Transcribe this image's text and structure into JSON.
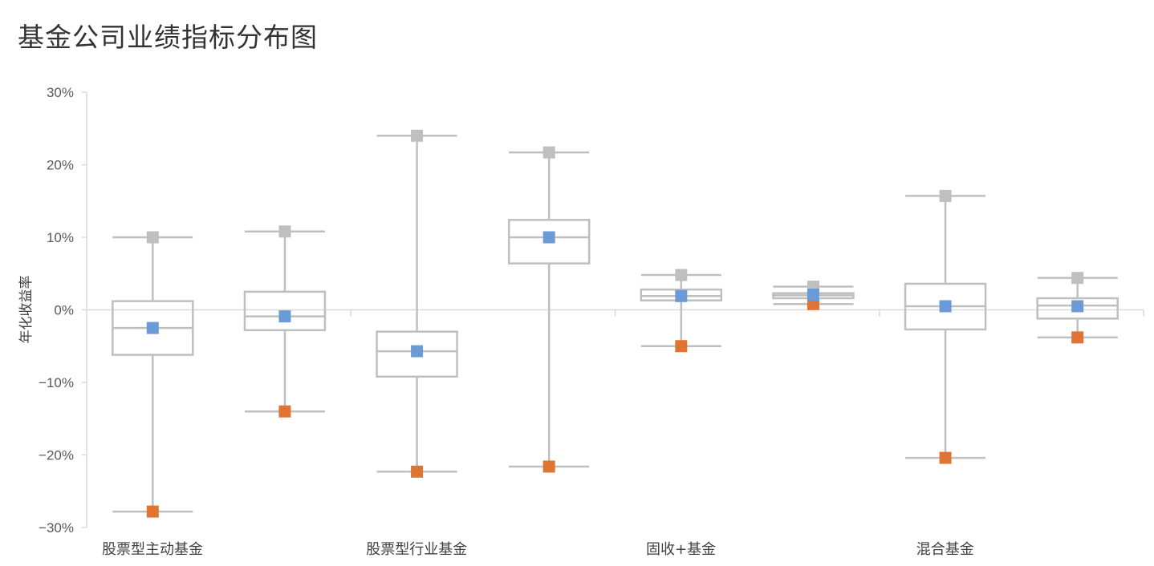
{
  "chart_data": {
    "type": "box",
    "title": "基金公司业绩指标分布图",
    "ylabel": "年化收益率",
    "xlabel": "",
    "ylim": [
      -30,
      30
    ],
    "yticks": [
      "30%",
      "20%",
      "10%",
      "0%",
      "−10%",
      "−20%",
      "−30%"
    ],
    "ytick_values": [
      30,
      20,
      10,
      0,
      -10,
      -20,
      -30
    ],
    "categories": [
      "股票型主动基金",
      "股票型行业基金",
      "固收+基金",
      "混合基金"
    ],
    "boxes": [
      {
        "category": 0,
        "max": 10,
        "q3": 1.2,
        "median": -2.5,
        "q1": -6.2,
        "min": -27.8,
        "mean": -2.5
      },
      {
        "category": 0,
        "max": 10.8,
        "q3": 2.5,
        "median": -0.9,
        "q1": -2.8,
        "min": -14.0,
        "mean": -0.9
      },
      {
        "category": 1,
        "max": 24.0,
        "q3": -3.0,
        "median": -5.7,
        "q1": -9.2,
        "min": -22.3,
        "mean": -5.7
      },
      {
        "category": 1,
        "max": 21.7,
        "q3": 12.4,
        "median": 10.0,
        "q1": 6.4,
        "min": -21.6,
        "mean": 10.0
      },
      {
        "category": 2,
        "max": 4.8,
        "q3": 2.8,
        "median": 1.9,
        "q1": 1.3,
        "min": -5.0,
        "mean": 1.9
      },
      {
        "category": 2,
        "max": 3.2,
        "q3": 2.3,
        "median": 2.0,
        "q1": 1.6,
        "min": 0.8,
        "mean": 2.1
      },
      {
        "category": 3,
        "max": 15.7,
        "q3": 3.6,
        "median": 0.5,
        "q1": -2.7,
        "min": -20.4,
        "mean": 0.5
      },
      {
        "category": 3,
        "max": 4.4,
        "q3": 1.6,
        "median": 0.6,
        "q1": -1.2,
        "min": -3.8,
        "mean": 0.5
      }
    ],
    "colors": {
      "box": "#bfbfbf",
      "max_marker": "#bfbfbf",
      "mean_marker": "#6a9bd6",
      "min_marker": "#e07432",
      "axis": "#d9d9d9",
      "text": "#595959"
    },
    "grid": false,
    "legend": "none"
  }
}
